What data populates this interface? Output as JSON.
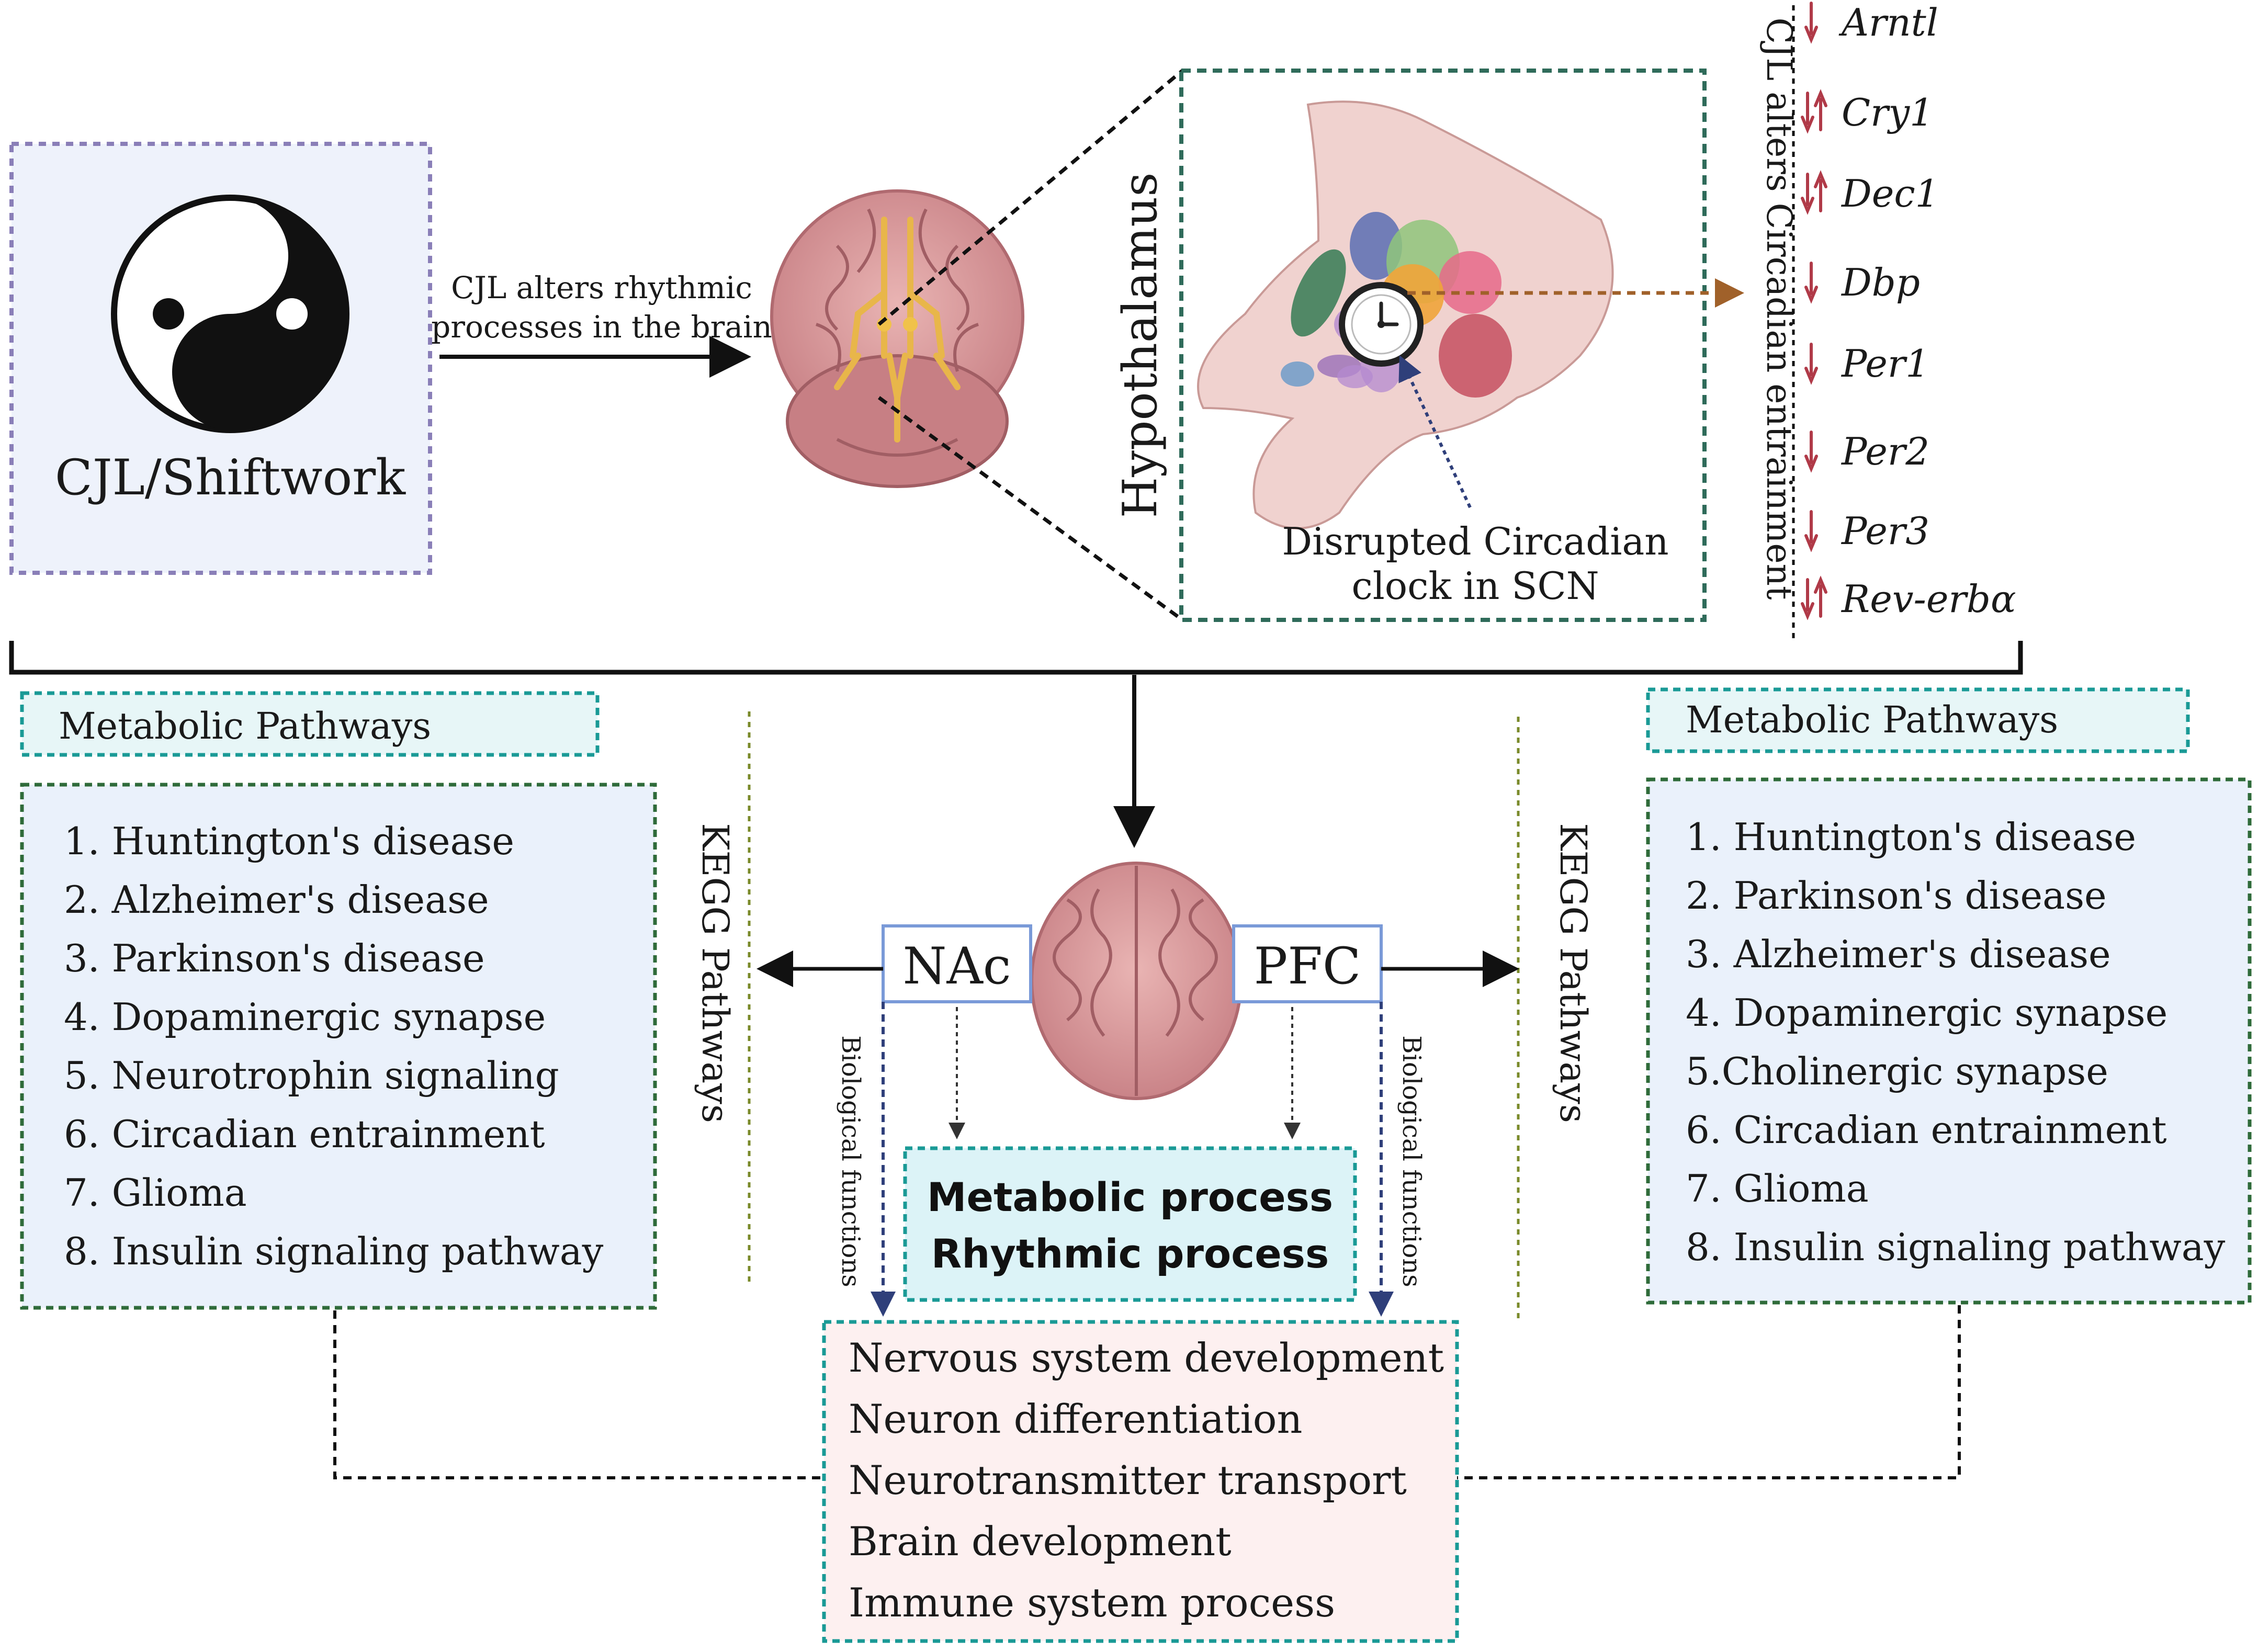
{
  "input": {
    "label": "CJL/Shiftwork",
    "icon": "yin-yang-icon"
  },
  "arrow_brain": {
    "line1": "CJL alters rhythmic",
    "line2": "processes in the brain"
  },
  "hypothalamus": {
    "label": "Hypothalamus",
    "clock_line1": "Disrupted Circadian",
    "clock_line2": "clock in SCN",
    "icon": "clock-icon"
  },
  "circadian_genes": {
    "heading": "CJL alters Circadian entrainment",
    "genes": [
      {
        "name": "Arntl",
        "change": "down"
      },
      {
        "name": "Cry1",
        "change": "down-up"
      },
      {
        "name": "Dec1",
        "change": "down-up"
      },
      {
        "name": "Dbp",
        "change": "down"
      },
      {
        "name": "Per1",
        "change": "down"
      },
      {
        "name": "Per2",
        "change": "down"
      },
      {
        "name": "Per3",
        "change": "down"
      },
      {
        "name": "Rev-erbα",
        "change": "down-up"
      }
    ]
  },
  "nac": {
    "label": "NAc",
    "kegg_label": "KEGG Pathways",
    "bio_label": "Biological functions",
    "pathways_title": "Metabolic Pathways",
    "pathways": [
      "1. Huntington's disease",
      "2. Alzheimer's disease",
      "3. Parkinson's disease",
      "4. Dopaminergic synapse",
      "5. Neurotrophin signaling",
      "6. Circadian entrainment",
      "7. Glioma",
      "8. Insulin signaling pathway"
    ]
  },
  "pfc": {
    "label": "PFC",
    "kegg_label": "KEGG Pathways",
    "bio_label": "Biological functions",
    "pathways_title": "Metabolic Pathways",
    "pathways": [
      "1. Huntington's disease",
      "2. Parkinson's disease",
      "3. Alzheimer's disease",
      "4. Dopaminergic synapse",
      "5.Cholinergic synapse",
      "6. Circadian entrainment",
      "7. Glioma",
      "8. Insulin signaling pathway"
    ]
  },
  "shared_process": {
    "line1": "Metabolic process",
    "line2": "Rhythmic process"
  },
  "biological_functions": [
    "Nervous system development",
    "Neuron differentiation",
    "Neurotransmitter transport",
    "Brain development",
    "Immune system process"
  ],
  "colors": {
    "arrow_down": "#b03a48",
    "arrow_up": "#b03a48",
    "panel_blue": "#eaf1fb",
    "panel_cyan": "#dcf3f7",
    "panel_pink": "#fdf0f0",
    "teal_border": "#1a9a96",
    "green_border": "#2f6b3a",
    "purple_border": "#8a7fb8",
    "brain": "#d7999c",
    "orange_arrow": "#a0612a",
    "blue_arrow": "#3c4e8c"
  }
}
